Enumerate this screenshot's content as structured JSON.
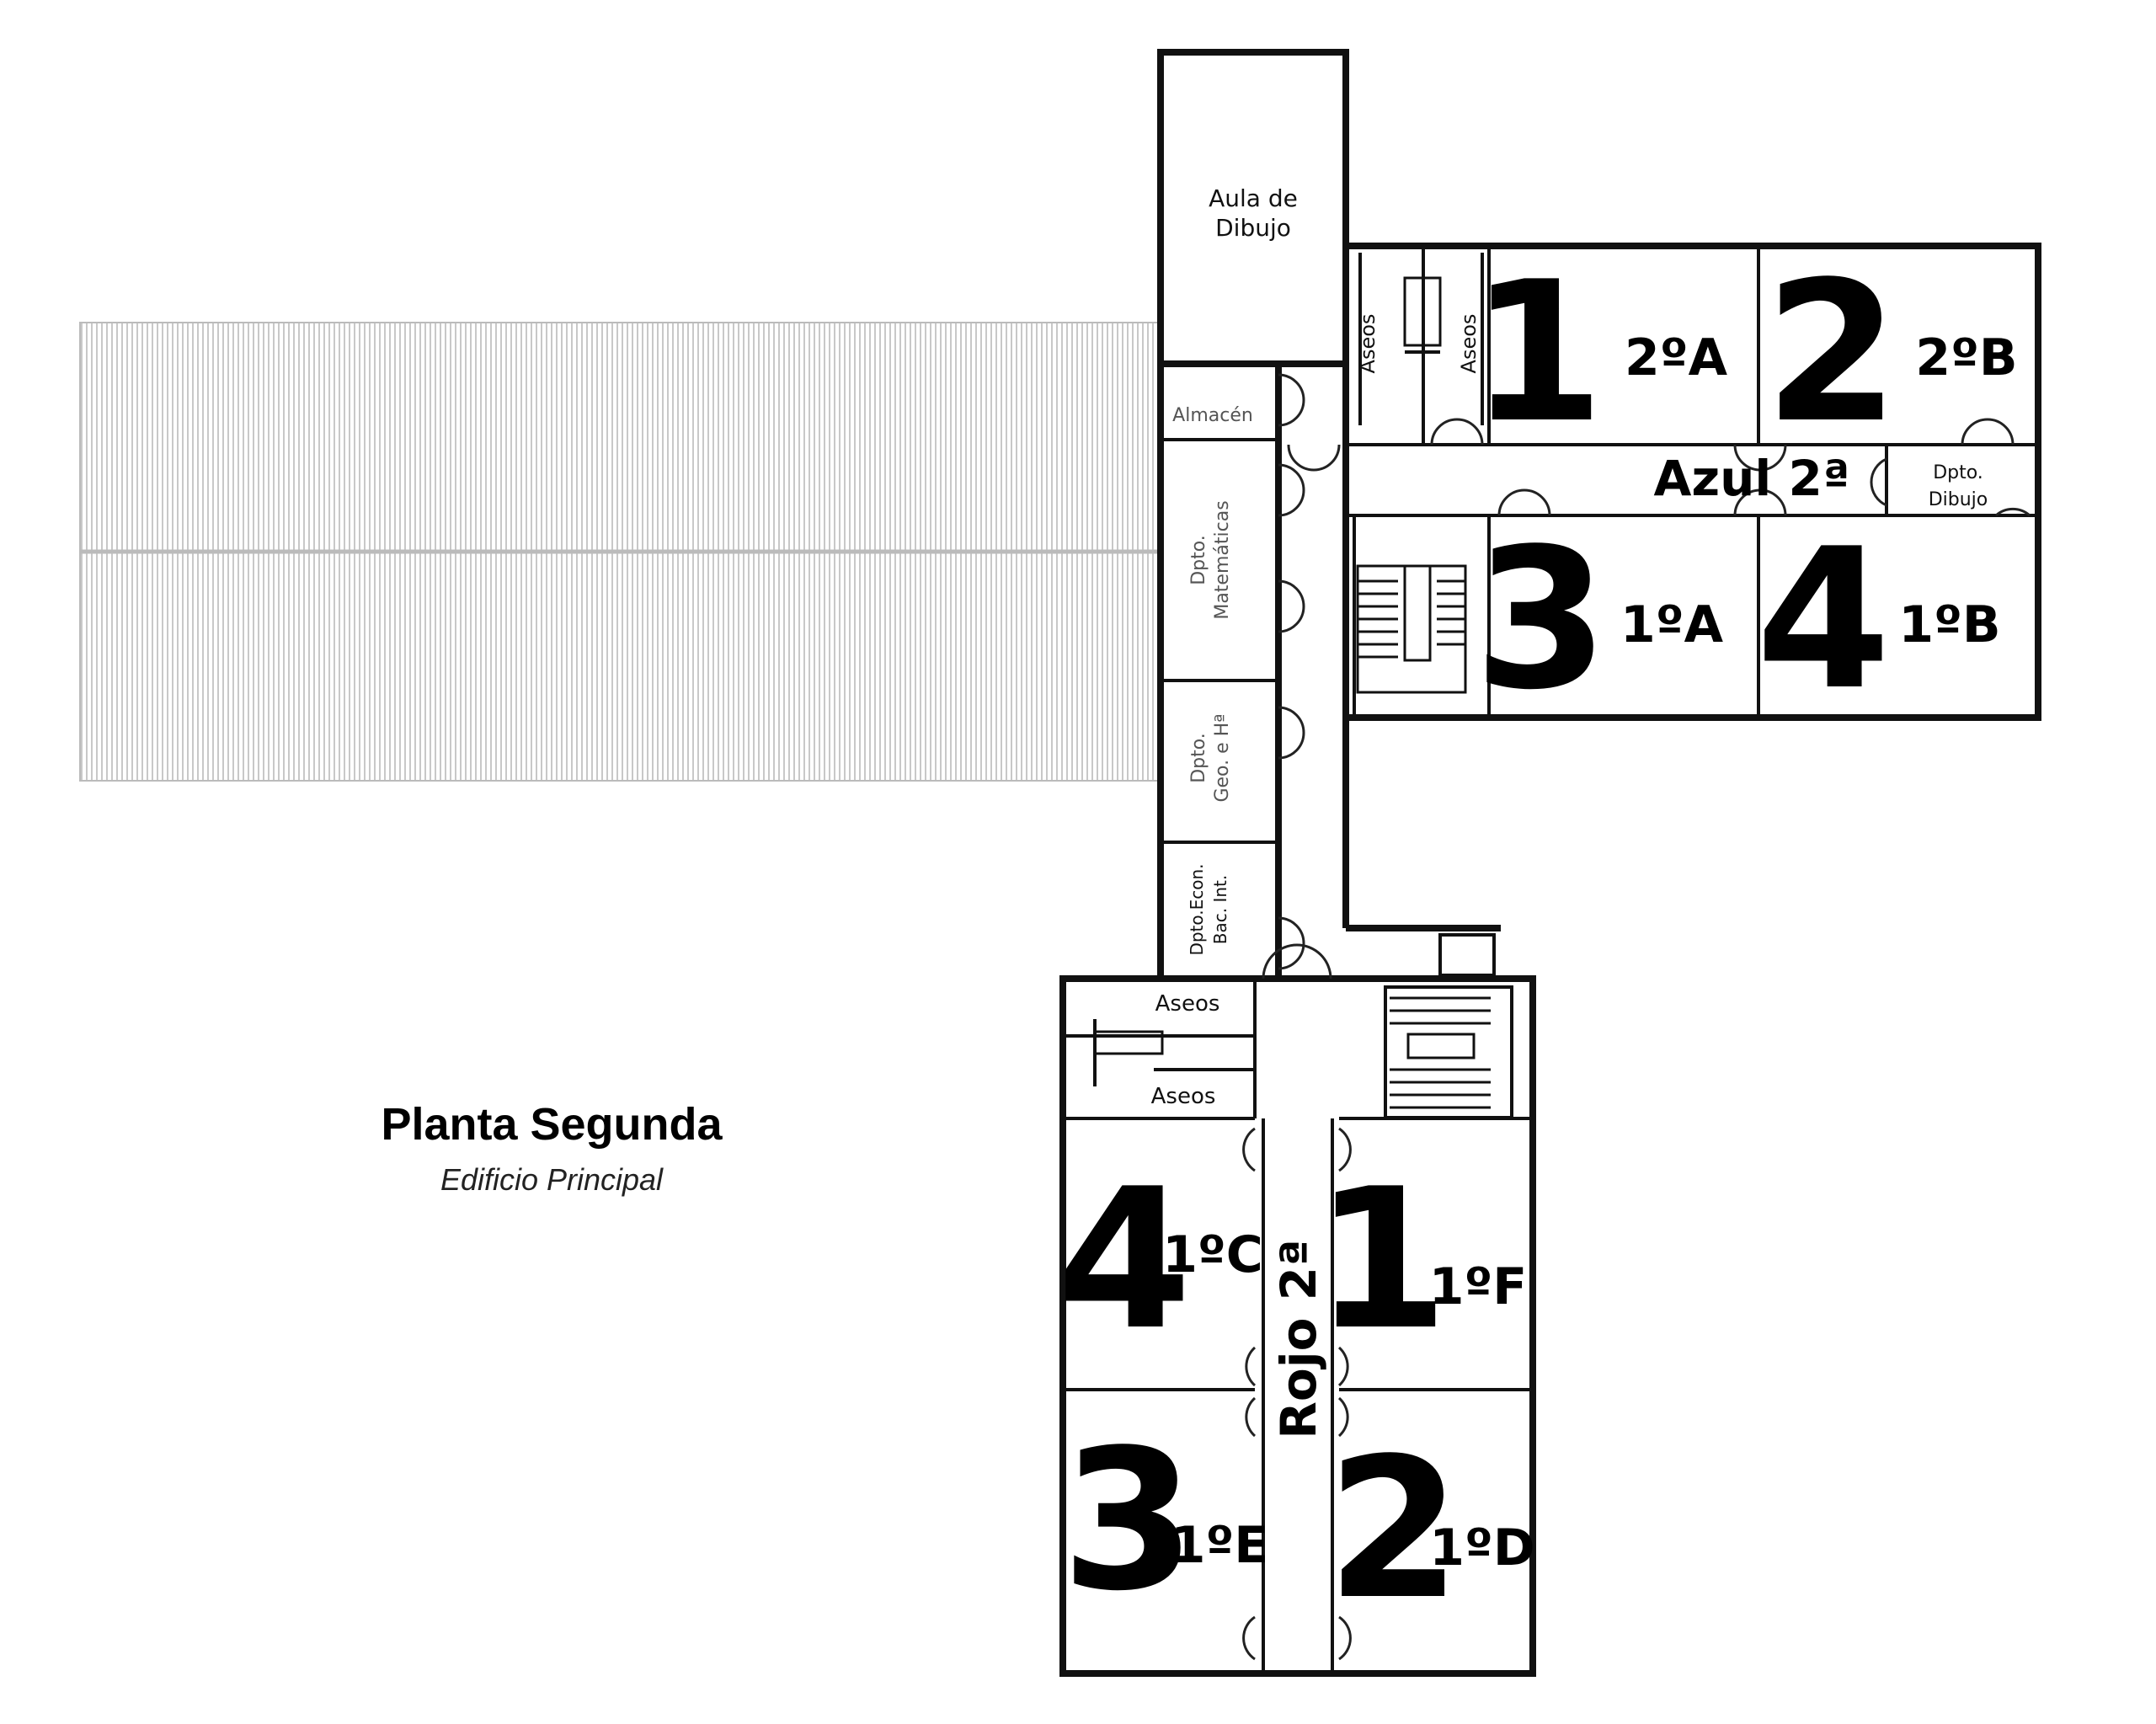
{
  "title": "Planta Segunda",
  "subtitle": "Edificio Principal",
  "colors": {
    "wall": "#111111",
    "roof_hatch": "#c8c8c8",
    "background": "#ffffff"
  },
  "corridors": {
    "azul": "Azul 2ª",
    "rojo": "Rojo 2ª"
  },
  "rooms": {
    "aula_dibujo": [
      "Aula de",
      "Dibujo"
    ],
    "almacen": "Almacén",
    "dpto_matematicas": [
      "Dpto.",
      "Matemáticas"
    ],
    "dpto_geo": [
      "Dpto.",
      "Geo. e Hª"
    ],
    "dpto_econ": [
      "Dpto.Econ.",
      "Bac. Int."
    ],
    "dpto_dibujo": [
      "Dpto.",
      "Dibujo"
    ],
    "aseos": "Aseos"
  },
  "classrooms": {
    "azul_1": {
      "number": "1",
      "group": "2ºA"
    },
    "azul_2": {
      "number": "2",
      "group": "2ºB"
    },
    "azul_3": {
      "number": "3",
      "group": "1ºA"
    },
    "azul_4": {
      "number": "4",
      "group": "1ºB"
    },
    "rojo_4": {
      "number": "4",
      "group": "1ºC"
    },
    "rojo_1": {
      "number": "1",
      "group": "1ºF"
    },
    "rojo_3": {
      "number": "3",
      "group": "1ºE"
    },
    "rojo_2": {
      "number": "2",
      "group": "1ºD"
    }
  }
}
